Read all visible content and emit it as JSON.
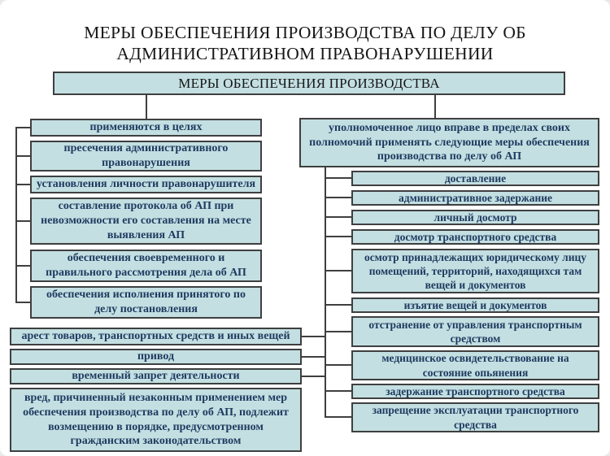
{
  "title_line1": "МЕРЫ ОБЕСПЕЧЕНИЯ ПРОИЗВОДСТВА ПО ДЕЛУ ОБ",
  "title_line2": "АДМИНИСТРАТИВНОМ ПРАВОНАРУШЕНИИ",
  "root": {
    "label": "МЕРЫ ОБЕСПЕЧЕНИЯ ПРОИЗВОДСТВА"
  },
  "left": {
    "purpose_header": "применяются в целях",
    "goals": [
      "пресечения административного правонарушения",
      "установления личности правонарушителя",
      "составление протокола об АП при невозможности его составления на месте выявления АП",
      "обеспечения своевременного и правильного рассмотрения дела об АП",
      "обеспечения исполнения принятого по делу постановления"
    ]
  },
  "middle": {
    "measures": [
      "арест товаров, транспортных средств и иных вещей",
      "привод",
      "временный запрет деятельности"
    ],
    "note": "вред, причиненный незаконным применением мер обеспечения производства по делу об АП, подлежит возмещению в порядке, предусмотренном гражданским законодательством"
  },
  "right": {
    "authority_header": "уполномоченное лицо вправе в пределах своих полномочий применять следующие меры обеспечения производства по делу об АП",
    "measures": [
      "доставление",
      "административное задержание",
      "личный досмотр",
      "досмотр транспортного средства",
      "осмотр принадлежащих юридическому лицу помещений, территорий, находящихся там вещей и документов",
      "изъятие вещей и документов",
      "отстранение от управления транспортным средством",
      "медицинское освидетельствование на состояние опьянения",
      "задержание транспортного средства",
      "запрещение эксплуатации транспортного средства"
    ]
  },
  "colors": {
    "box_fill": "#c3dfe2",
    "box_border": "#3f3f3f",
    "box_text": "#1e3a5f",
    "title_text": "#161616",
    "line": "#3f3f3f",
    "background": "#ffffff"
  }
}
